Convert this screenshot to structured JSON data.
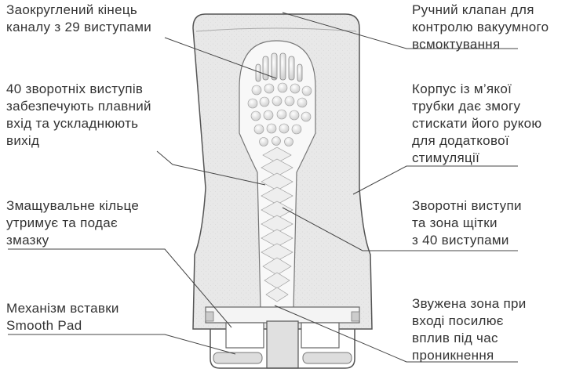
{
  "labels": {
    "rounded_end": "Заокруглений кінець\nканалу з 29 виступами",
    "manual_valve": "Ручний клапан для\nконтролю вакуумного\nвсмоктування",
    "reverse_40": "40 зворотніх виступів\nзабезпечують плавний\nвхід та ускладнюють\nвихід",
    "soft_tube": "Корпус із м’якої\nтрубки дає змогу\nстискати його рукою\nдля додаткової\nстимуляції",
    "lube_ring": "Змащувальне кільце\nутримує та подає\nзмазку",
    "reverse_brush": "Зворотні виступи\nта зона щітки\nз 40 виступами",
    "insert_mech": "Механізм вставки\nSmooth Pad",
    "narrow_zone": "Звужена зона при\nвході посилює\nвплив під час\nпроникнення"
  },
  "colors": {
    "text": "#333333",
    "outline": "#555555",
    "body_fill": "#e6e6e6",
    "channel_fill": "#f8f8f8",
    "leader": "#444444"
  }
}
